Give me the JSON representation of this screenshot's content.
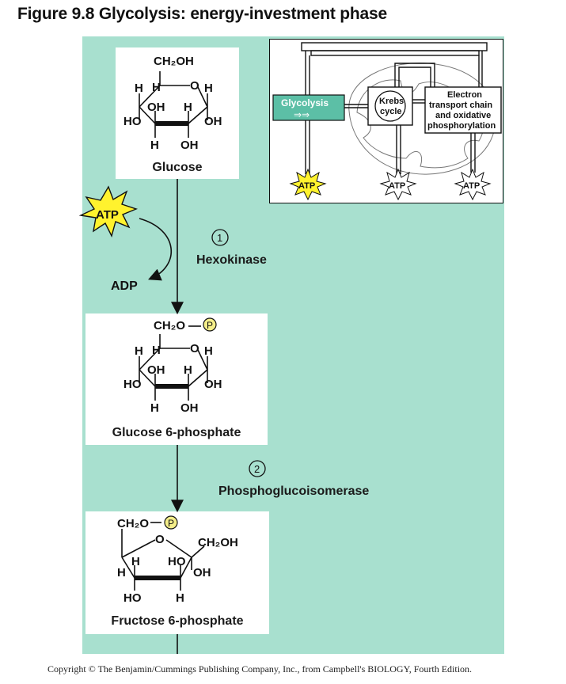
{
  "title": "Figure 9.8  Glycolysis: energy-investment phase",
  "footer": "Copyright ©  The Benjamin/Cummings Publishing Company, Inc., from Campbell's BIOLOGY, Fourth Edition.",
  "atp_input": "ATP",
  "adp_output": "ADP",
  "steps": [
    {
      "number": "1",
      "enzyme": "Hexokinase"
    },
    {
      "number": "2",
      "enzyme": "Phosphoglucoisomerase"
    }
  ],
  "molecules": {
    "glucose": {
      "name": "Glucose",
      "group_top": "CH₂OH",
      "ring_o": "O",
      "h": "H",
      "oh": "OH",
      "ho": "HO"
    },
    "g6p": {
      "name": "Glucose 6-phosphate",
      "group_top": "CH₂O",
      "phosphate": "P",
      "ring_o": "O",
      "h": "H",
      "oh": "OH",
      "ho": "HO"
    },
    "f6p": {
      "name": "Fructose 6-phosphate",
      "group_left": "CH₂O",
      "phosphate": "P",
      "group_right": "CH₂OH",
      "ring_o": "O",
      "h": "H",
      "oh": "OH",
      "ho": "HO"
    }
  },
  "inset": {
    "glycolysis": "Glycolysis",
    "krebs_line1": "Krebs",
    "krebs_line2": "cycle",
    "etc_line1": "Electron",
    "etc_line2": "transport chain",
    "etc_line3": "and oxidative",
    "etc_line4": "phosphorylation",
    "atp": "ATP"
  },
  "colors": {
    "panel": "#a8e0cf",
    "glycolysis_box": "#5cbfa6",
    "atp_burst": "#fff22e",
    "phosphate": "#f5ef8a"
  }
}
